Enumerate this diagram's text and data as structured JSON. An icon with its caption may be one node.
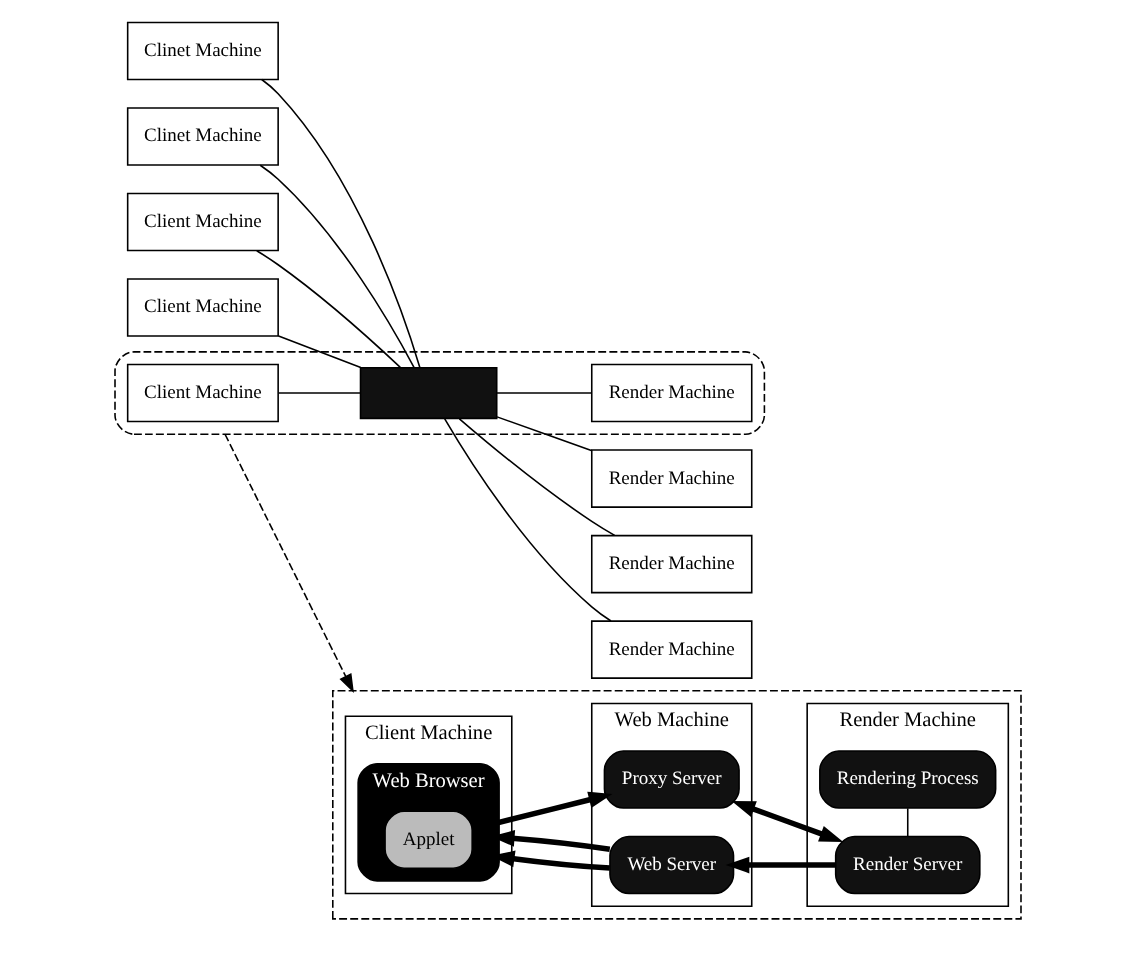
{
  "diagram": {
    "nodes": [
      {
        "text": [],
        "shape": "cloud"
      },
      {
        "text": [
          "Client Machine"
        ]
      },
      {
        "text": [
          "Client Machine"
        ]
      },
      {
        "text": [
          "Client Machine"
        ],
        "in": 0
      },
      {
        "text": [
          "Clinet Machine"
        ]
      },
      {
        "text": [
          "Clinet Machine"
        ]
      },
      {
        "text": [],
        "shape": "box",
        "in": 0
      },
      {
        "text": [
          "Render Machine"
        ]
      },
      {
        "text": [
          "Render Machine"
        ],
        "in": 0
      },
      {
        "text": [
          "Render Machine"
        ]
      },
      {
        "text": [
          "Render Machine"
        ]
      },
      {
        "text": [],
        "shape": "box"
      },
      {
        "text": [
          "Client Machine"
        ],
        "in": 11
      },
      {
        "text": [
          "Web Browser"
        ],
        "in": 12
      },
      {
        "text": [
          "Applet"
        ],
        "in": 13
      },
      {
        "text": [
          "Web Machine"
        ],
        "in": 11
      },
      {
        "text": [
          "Web Server"
        ],
        "in": 15
      },
      {
        "text": [
          "Proxy Server"
        ],
        "in": 15
      },
      {
        "text": [
          "Render Machine"
        ],
        "in": 11
      },
      {
        "text": [
          "Render Server"
        ],
        "in": 18
      },
      {
        "text": [
          "Rendering Process"
        ],
        "in": 18
      }
    ],
    "edges": [
      {
        "from": 1,
        "to": 6,
        "arrow": "none"
      },
      {
        "from": 2,
        "to": 6,
        "arrow": "none"
      },
      {
        "from": 3,
        "to": 6,
        "arrow": "none"
      },
      {
        "from": 4,
        "to": 6,
        "arrow": "none"
      },
      {
        "from": 5,
        "to": 6,
        "arrow": "none"
      },
      {
        "from": 6,
        "to": 7,
        "arrow": "none"
      },
      {
        "from": 6,
        "to": 8,
        "arrow": "none"
      },
      {
        "from": 6,
        "to": 9,
        "arrow": "none"
      },
      {
        "from": 6,
        "to": 10,
        "arrow": "none"
      },
      {
        "from": 0,
        "to": 11,
        "arrow": "to",
        "style": "dashed"
      },
      {
        "from": 16,
        "to": 13,
        "arrow": "to",
        "style": "thick"
      },
      {
        "from": 16,
        "to": 13,
        "arrow": "to",
        "style": "thick"
      },
      {
        "from": 14,
        "to": 17,
        "arrow": "to",
        "style": "thick"
      },
      {
        "from": 19,
        "to": 16,
        "arrow": "to",
        "style": "thick"
      },
      {
        "from": 17,
        "to": 19,
        "arrow": "both",
        "style": "thick"
      },
      {
        "from": 19,
        "to": 20,
        "arrow": "none"
      }
    ]
  }
}
